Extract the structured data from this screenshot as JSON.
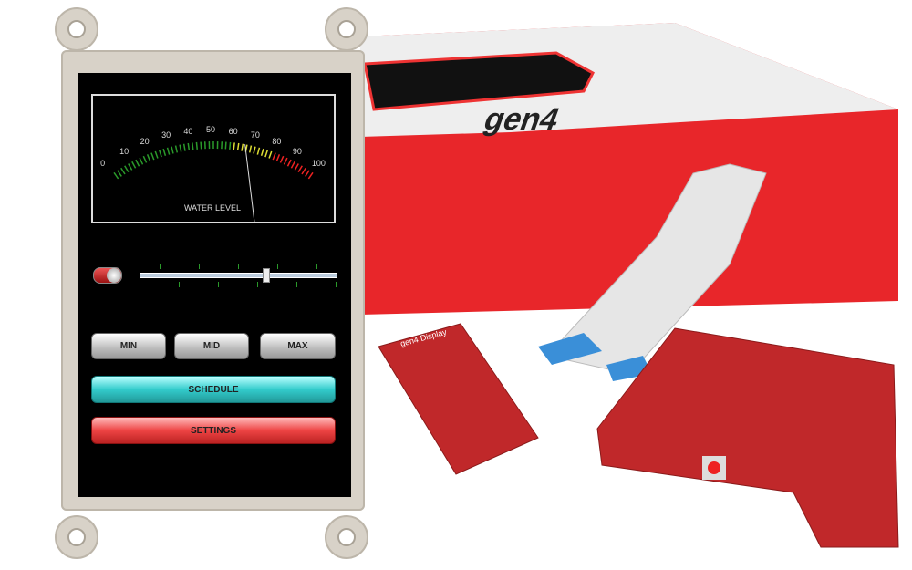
{
  "gauge": {
    "title": "WATER LEVEL",
    "ticks": [
      "0",
      "10",
      "20",
      "30",
      "40",
      "50",
      "60",
      "70",
      "80",
      "90",
      "100"
    ],
    "value": 65
  },
  "toggle": {
    "state": "off"
  },
  "slider": {
    "value_fraction": 0.64
  },
  "buttons": {
    "min": "MIN",
    "mid": "MID",
    "max": "MAX",
    "schedule": "SCHEDULE",
    "settings": "SETTINGS"
  },
  "box": {
    "brand": "gen4"
  },
  "adapter": {
    "label": "gen4 Display"
  },
  "colors": {
    "box_red": "#e8262a",
    "schedule": "#33cccc",
    "settings": "#ee4444",
    "pcb": "#c0282a"
  }
}
